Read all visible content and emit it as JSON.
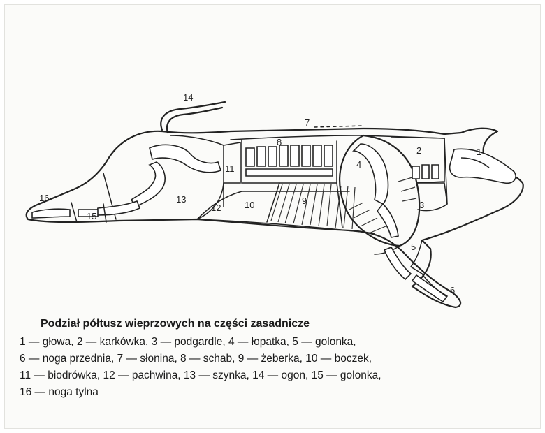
{
  "diagram": {
    "labels": {
      "l1": "1",
      "l2": "2",
      "l3": "3",
      "l4": "4",
      "l5": "5",
      "l6": "6",
      "l7": "7",
      "l8": "8",
      "l9": "9",
      "l10": "10",
      "l11": "11",
      "l12": "12",
      "l13": "13",
      "l14": "14",
      "l15": "15",
      "l16": "16"
    }
  },
  "caption": {
    "title": "Podział półtusz wieprzowych na części zasadnicze",
    "lines": [
      "1 — głowa, 2 — karkówka, 3 — podgardle, 4 — łopatka, 5 — golonka,",
      "6 — noga przednia, 7 — słonina, 8 — schab, 9 — żeberka, 10 — boczek,",
      "11 — biodrówka, 12 — pachwina, 13 — szynka, 14 — ogon, 15 — golonka,",
      "16 — noga tylna"
    ]
  }
}
